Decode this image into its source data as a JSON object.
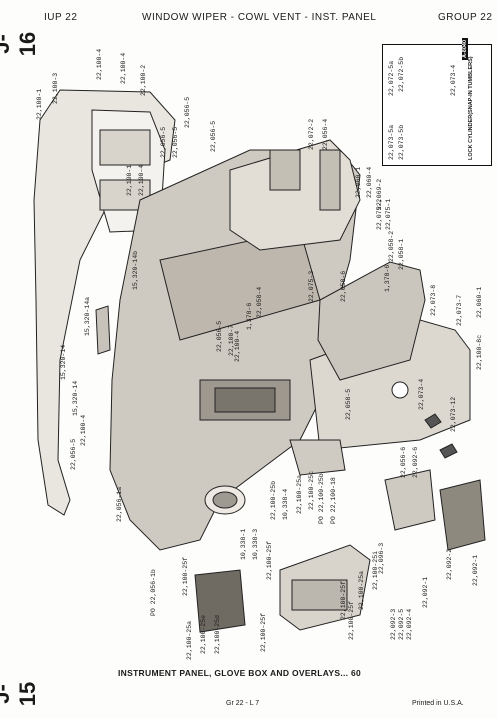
{
  "header": {
    "left": "IUP 22",
    "title": "WINDOW WIPER - COWL VENT - INST. PANEL",
    "right": "GROUP 22"
  },
  "side_tabs": {
    "top": "J-16",
    "bottom": "J-15"
  },
  "inset": {
    "label": "LOCK CYLINDER(SNAP-IN TUMBLERS)",
    "code": "A-8040",
    "callouts": [
      "22,072-5a",
      "22,072-5b",
      "22,073-4",
      "22,073-5a",
      "22,073-5b"
    ]
  },
  "callouts": [
    {
      "text": "22,100-1"
    },
    {
      "text": "22,100-3"
    },
    {
      "text": "22,100-4"
    },
    {
      "text": "22,100-4"
    },
    {
      "text": "22,100-2"
    },
    {
      "text": "22,056-5"
    },
    {
      "text": "22,056-5"
    },
    {
      "text": "22,056-5"
    },
    {
      "text": "22,056-5"
    },
    {
      "text": "22,100-1"
    },
    {
      "text": "22,100-4"
    },
    {
      "text": "22,072-2"
    },
    {
      "text": "22,056-4"
    },
    {
      "text": "22,060-1"
    },
    {
      "text": "22,060-4"
    },
    {
      "text": "22,069-2"
    },
    {
      "text": "22,075-2"
    },
    {
      "text": "22,075-1"
    },
    {
      "text": "22,058-2"
    },
    {
      "text": "1,378-6"
    },
    {
      "text": "22,058-1"
    },
    {
      "text": "15,320-14b"
    },
    {
      "text": "22,058-6"
    },
    {
      "text": "22,075-3"
    },
    {
      "text": "22,058-4"
    },
    {
      "text": "1,378-6"
    },
    {
      "text": "22,100-4"
    },
    {
      "text": "22,056-5"
    },
    {
      "text": "22,100-7"
    },
    {
      "text": "15,320-14a"
    },
    {
      "text": "15,320-14"
    },
    {
      "text": "15,320-14"
    },
    {
      "text": "22,100-4"
    },
    {
      "text": "22,056-5"
    },
    {
      "text": "22,056-1a"
    },
    {
      "text": "22,058-5"
    },
    {
      "text": "22,073-8"
    },
    {
      "text": "22,073-7"
    },
    {
      "text": "22,060-1"
    },
    {
      "text": "22,100-8c"
    },
    {
      "text": "22,073-4"
    },
    {
      "text": "22,073-12"
    },
    {
      "text": "22,056-6"
    },
    {
      "text": "22,092-6"
    },
    {
      "text": "22,092-1"
    },
    {
      "text": "22,092-2"
    },
    {
      "text": "22,096-3"
    },
    {
      "text": "22,092-1"
    },
    {
      "text": "22,092-3"
    },
    {
      "text": "22,092-5"
    },
    {
      "text": "22,092-4"
    },
    {
      "text": "22,100-25b"
    },
    {
      "text": "10,338-4"
    },
    {
      "text": "22,100-25a"
    },
    {
      "text": "22,100-25c"
    },
    {
      "text": "PO 22,100-25b"
    },
    {
      "text": "PO 22,100-18"
    },
    {
      "text": "10,338-1"
    },
    {
      "text": "10,338-3"
    },
    {
      "text": "22,100-25f"
    },
    {
      "text": "22,100-25f"
    },
    {
      "text": "22,100-25e"
    },
    {
      "text": "22,100-25d"
    },
    {
      "text": "22,100-25f"
    },
    {
      "text": "PO 22,056-1b"
    },
    {
      "text": "22,100-25a"
    },
    {
      "text": "22,100-25f"
    },
    {
      "text": "22,100-25f"
    },
    {
      "text": "22,100-25a"
    },
    {
      "text": "22,100-25i"
    }
  ],
  "caption": "INSTRUMENT PANEL, GLOVE BOX AND OVERLAYS... 60",
  "footer": {
    "center": "Gr 22 - L 7",
    "right": "Printed in U.S.A."
  }
}
